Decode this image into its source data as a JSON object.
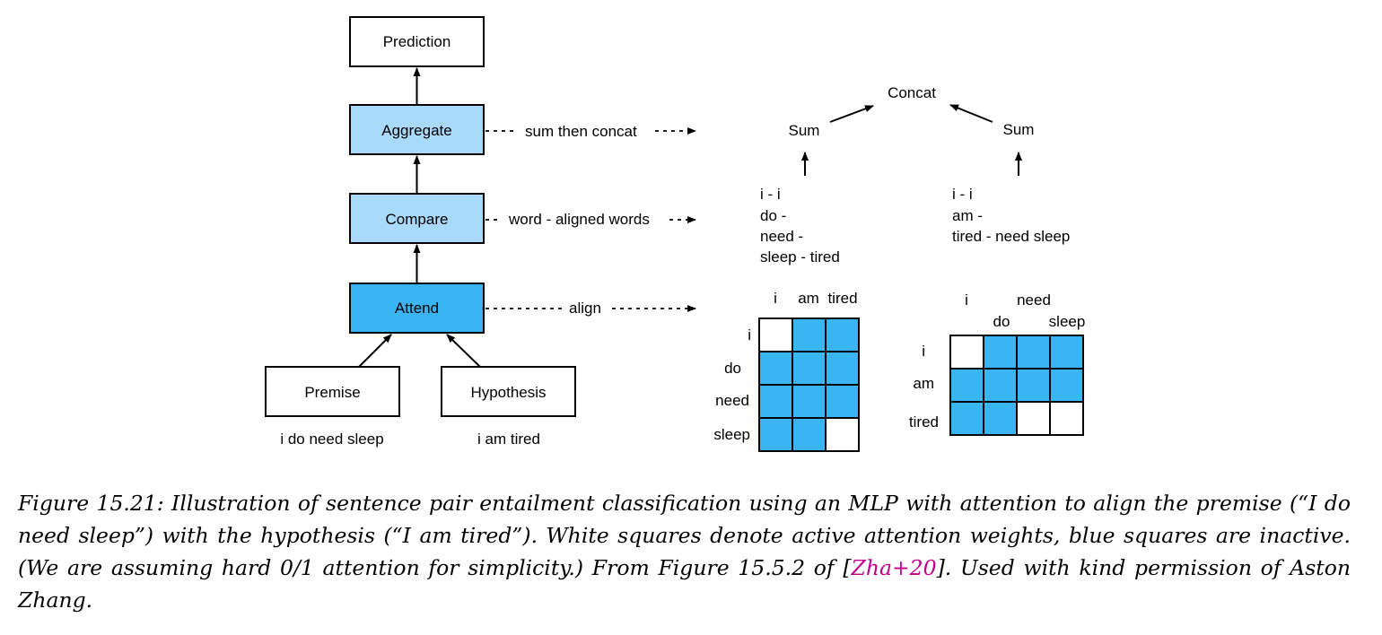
{
  "pipeline": {
    "prediction": "Prediction",
    "aggregate": "Aggregate",
    "compare": "Compare",
    "attend": "Attend",
    "premise": "Premise",
    "hypothesis": "Hypothesis",
    "premise_text": "i do need sleep",
    "hypothesis_text": "i am tired"
  },
  "connectors": {
    "aggregate": "sum then concat",
    "compare": "word - aligned words",
    "attend": "align"
  },
  "aggregate_detail": {
    "concat": "Concat",
    "sum_left": "Sum",
    "sum_right": "Sum"
  },
  "compare_detail": {
    "left": [
      "i - i",
      "do -",
      "need -",
      "sleep - tired"
    ],
    "right": [
      "i - i",
      "am -",
      "tired - need sleep"
    ]
  },
  "colors": {
    "attend_fill": "#3ab4f2",
    "light_fill": "#a9d9fb",
    "inactive_cell": "#3ab4f2",
    "active_cell": "#ffffff",
    "citation": "#c0008a"
  },
  "matrices": [
    {
      "cols": [
        "i",
        "am",
        "tired"
      ],
      "rows": [
        "i",
        "do",
        "need",
        "sleep"
      ],
      "active": [
        [
          1,
          0,
          0
        ],
        [
          0,
          0,
          0
        ],
        [
          0,
          0,
          0
        ],
        [
          0,
          0,
          1
        ]
      ]
    },
    {
      "cols": [
        "i",
        "do",
        "need",
        "sleep"
      ],
      "rows": [
        "i",
        "am",
        "tired"
      ],
      "active": [
        [
          1,
          0,
          0,
          0
        ],
        [
          0,
          0,
          0,
          0
        ],
        [
          0,
          0,
          1,
          1
        ]
      ]
    }
  ],
  "caption": {
    "before_cite": "Figure 15.21: Illustration of sentence pair entailment classification using an MLP with attention to align the premise (“I do need sleep”) with the hypothesis (“I am tired”). White squares denote active attention weights, blue squares are inactive. (We are assuming hard 0/1 attention for simplicity.) From Figure 15.5.2 of [",
    "cite": "Zha+20",
    "after_cite": "]. Used with kind permission of Aston Zhang."
  }
}
